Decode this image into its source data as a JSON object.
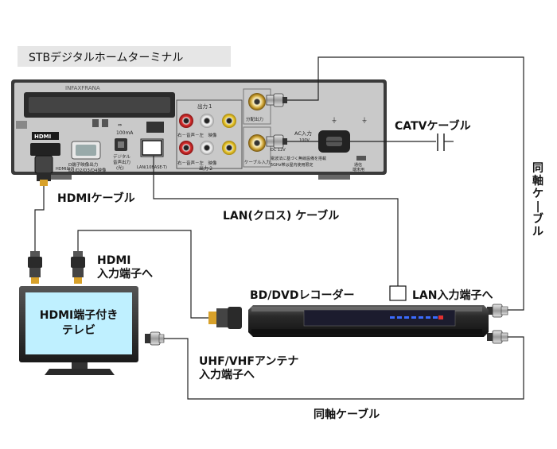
{
  "stb": {
    "title": "STBデジタルホームターミナル",
    "brand": "INFAXFRANA",
    "ports": {
      "hdmi": "HDMI",
      "hdmi_output": "HDMI出力",
      "d_terminal": "D端子映像出力",
      "d_formats": "D1/D2/D3/D4映像",
      "digital_audio_line1": "デジタル",
      "digital_audio_line2": "音声出力",
      "digital_audio_line3": "(光)",
      "usb_current": "100mA",
      "lan": "LAN(10BASE-T)",
      "output1": "出力１",
      "output2": "出力２",
      "output2_row": "右－音声－左　映像",
      "output2_row_top": "右－音声－左　映像",
      "split_output": "分配出力",
      "cable_input": "ケーブル入力",
      "ac_input": "AC入力",
      "voltage": "100V",
      "dc_mark": "DC 12V",
      "notice_line1": "電波法に基づく無線設備を搭載",
      "notice_line2": "5GHz帯は屋内使用限定",
      "comm_line1": "通信",
      "comm_line2": "端末用"
    }
  },
  "labels": {
    "catv_cable": "CATVケーブル",
    "hdmi_cable": "HDMIケーブル",
    "lan_cross_cable": "LAN(クロス) ケーブル",
    "coax_cable_vertical": "同軸ケーブル",
    "hdmi_input_line1": "HDMI",
    "hdmi_input_line2": "入力端子へ",
    "recorder": "BD/DVDレコーダー",
    "lan_input": "LAN入力端子へ",
    "antenna_input_line1": "UHF/VHFアンテナ",
    "antenna_input_line2": "入力端子へ",
    "coax_cable_bottom": "同軸ケーブル"
  },
  "tv": {
    "screen_line1": "HDMI端子付き",
    "screen_line2": "テレビ"
  },
  "colors": {
    "stb_panel": "#c9c9c9",
    "stb_body": "#3a3a3a",
    "tv_screen": "#bff0ff",
    "connector_gold": "#d8a12a",
    "recorder_display": "#1c1c2e",
    "recorder_led": "#3b6cff",
    "recorder_red": "#e23030"
  }
}
